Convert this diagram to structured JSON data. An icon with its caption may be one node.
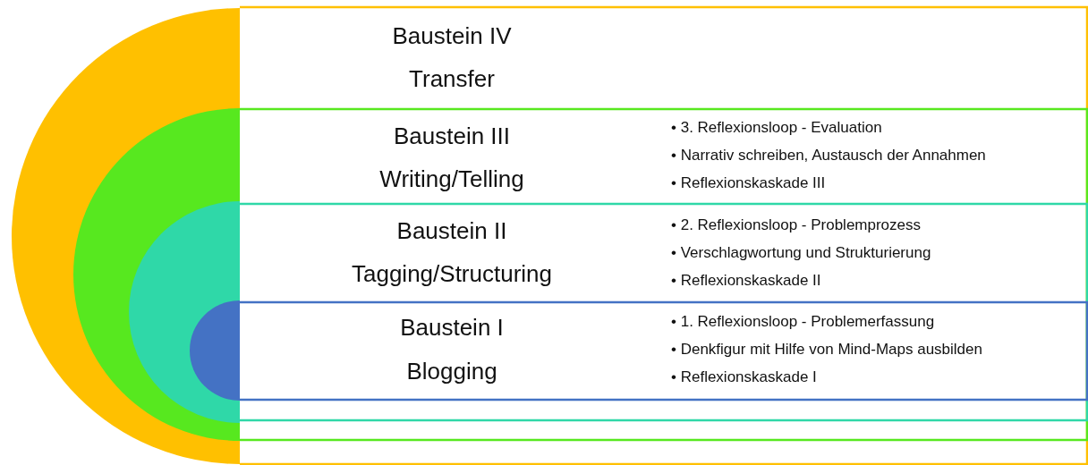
{
  "diagram": {
    "nodes": [
      {
        "text": [
          "Baustein IV",
          "Transfer"
        ]
      },
      {
        "text": [
          "Baustein III",
          "Writing/Telling",
          "• 3. Reflexionsloop - Evaluation",
          "• Narrativ schreiben, Austausch der Annahmen",
          "• Reflexionskaskade III"
        ],
        "in": 0
      },
      {
        "text": [
          "Baustein II",
          "Tagging/Structuring",
          "• 2. Reflexionsloop - Problemprozess",
          "• Verschlagwortung und Strukturierung",
          "• Reflexionskaskade II"
        ],
        "in": 1
      },
      {
        "text": [
          "Baustein I",
          "Blogging",
          "• 1. Reflexionsloop - Problemerfassung",
          "• Denkfigur mit Hilfe von Mind-Maps ausbilden",
          "• Reflexionskaskade I"
        ],
        "in": 2
      }
    ]
  }
}
